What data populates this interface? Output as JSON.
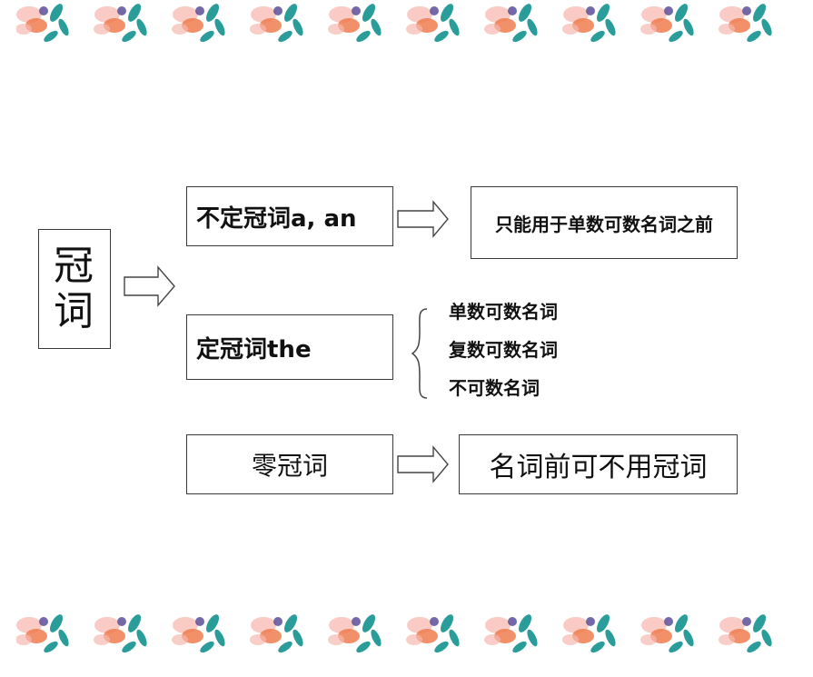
{
  "diagram": {
    "root": "冠词",
    "indefinite": {
      "label": "不定冠词a, an",
      "description": "只能用于单数可数名词之前"
    },
    "definite": {
      "label": "定冠词the",
      "uses": [
        "单数可数名词",
        "复数可数名词",
        "不可数名词"
      ]
    },
    "zero": {
      "label": "零冠词",
      "description": "名词前可不用冠词"
    }
  },
  "colors": {
    "border": "#3a3a3a",
    "arrow_stroke": "#444444",
    "text": "#111111",
    "floral_leaf": "#2a9d9a",
    "floral_orange": "#ef7c4f",
    "floral_pink": "#f7b9b0",
    "floral_purple": "#5a4f9a"
  },
  "icons": [
    "hollow-right-arrow-icon",
    "curly-brace-icon",
    "floral-border-icon"
  ]
}
